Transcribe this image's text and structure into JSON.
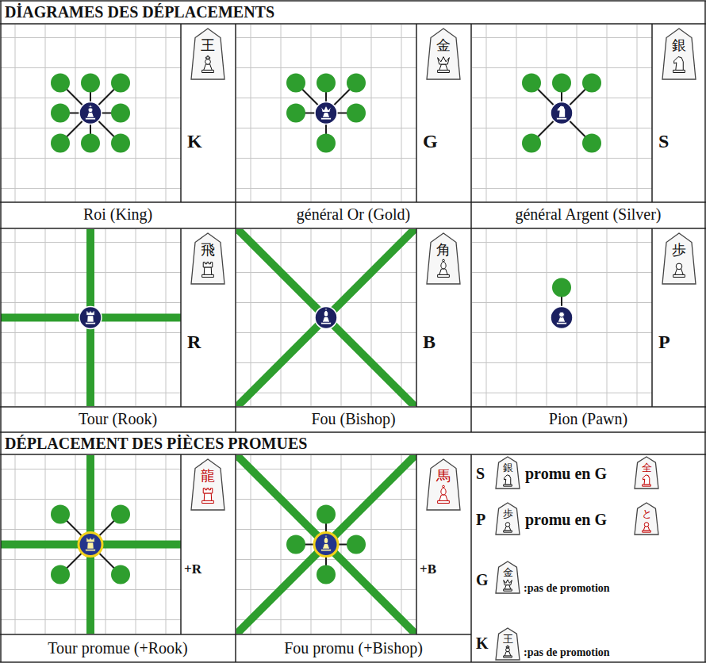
{
  "diagram": {
    "title": "DİAGRAMES DES DÉPLACEMENTS",
    "labels": [
      "王",
      "K",
      "金",
      "G",
      "銀",
      "S",
      "Roi (King)",
      "général Or (Gold)",
      "général Argent (Silver)",
      "飛",
      "R",
      "角",
      "B",
      "歩",
      "P",
      "Tour (Rook)",
      "Fou (Bishop)",
      "Pion (Pawn)",
      "DÉPLACEMENT DES PİÈCES PROMUES",
      "龍",
      "+R",
      "馬",
      "+B",
      "S",
      "銀",
      "promu en G",
      "全",
      "P",
      "歩",
      "promu en G",
      "と",
      "G",
      "金",
      ":pas de promotion",
      "Tour promue (+Rook)",
      "Fou promu (+Bishop)",
      "K",
      "王",
      ":pas de promotion"
    ]
  }
}
